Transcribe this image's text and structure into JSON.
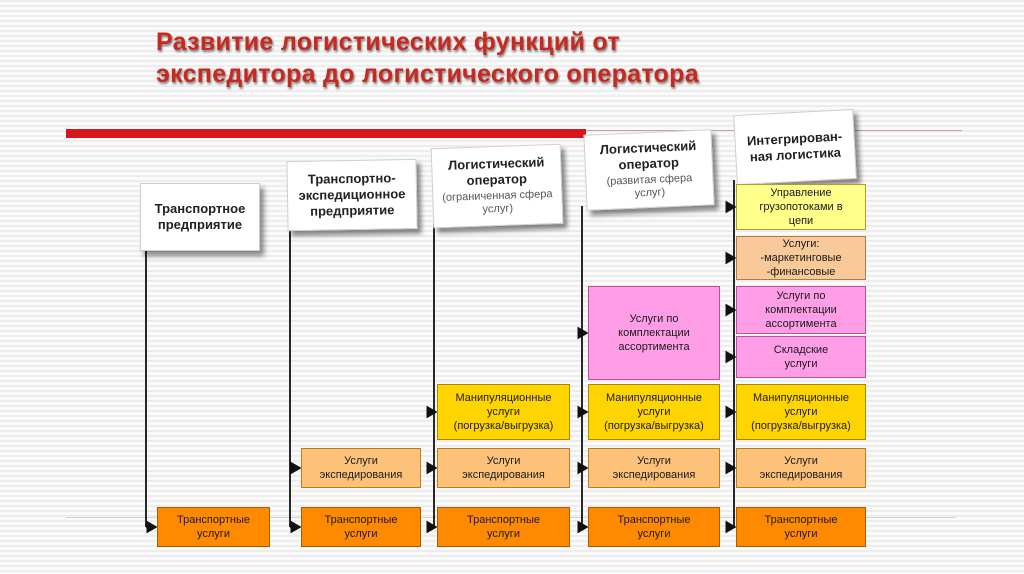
{
  "title": "Развитие логистических функций от\nэкспедитора до логистического оператора",
  "columns": [
    {
      "header": "Транспортное\nпредприятие",
      "subheader": "",
      "services": [
        "Транспортные\nуслуги"
      ]
    },
    {
      "header": "Транспортно-\nэкспедиционное\nпредприятие",
      "subheader": "",
      "services": [
        "Транспортные\nуслуги",
        "Услуги\nэкспедирования"
      ]
    },
    {
      "header": "Логистический\nоператор",
      "subheader": "(ограниченная сфера\nуслуг)",
      "services": [
        "Транспортные\nуслуги",
        "Услуги\nэкспедирования",
        "Манипуляционные\nуслуги\n(погрузка/выгрузка)"
      ]
    },
    {
      "header": "Логистический\nоператор",
      "subheader": "(развитая сфера\nуслуг)",
      "services": [
        "Транспортные\nуслуги",
        "Услуги\nэкспедирования",
        "Манипуляционные\nуслуги\n(погрузка/выгрузка)",
        "Услуги по\nкомплектации\nассортимента"
      ]
    },
    {
      "header": "Интегрирован-\nная логистика",
      "subheader": "",
      "services": [
        "Транспортные\nуслуги",
        "Услуги\nэкспедирования",
        "Манипуляционные\nуслуги\n(погрузка/выгрузка)",
        "Складские\nуслуги",
        "Услуги по\nкомплектации\nассортимента",
        "Услуги:\n-маркетинговые\n-финансовые",
        "Управление\nгрузопотоками в\nцепи"
      ]
    }
  ],
  "colors": {
    "title": "#c8281e",
    "transport": "#ff8a00",
    "forwarding": "#fdc27a",
    "handling": "#ffd400",
    "assortment": "#ff9ee6",
    "warehouse": "#ff9ee6",
    "marketing": "#f9c99a",
    "flow": "#ffff8a"
  }
}
